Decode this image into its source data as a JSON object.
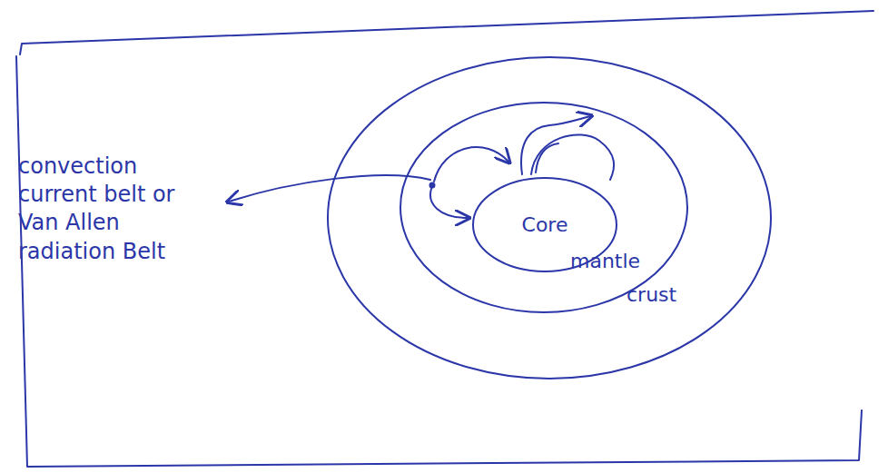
{
  "diagram": {
    "nodes": [
      {
        "text": [
          "crust"
        ]
      },
      {
        "text": [
          "mantle"
        ],
        "in": 0
      },
      {
        "text": [
          "Core"
        ],
        "in": 1
      }
    ],
    "labels": [
      "convection current belt or Van Allen radiation Belt"
    ]
  }
}
